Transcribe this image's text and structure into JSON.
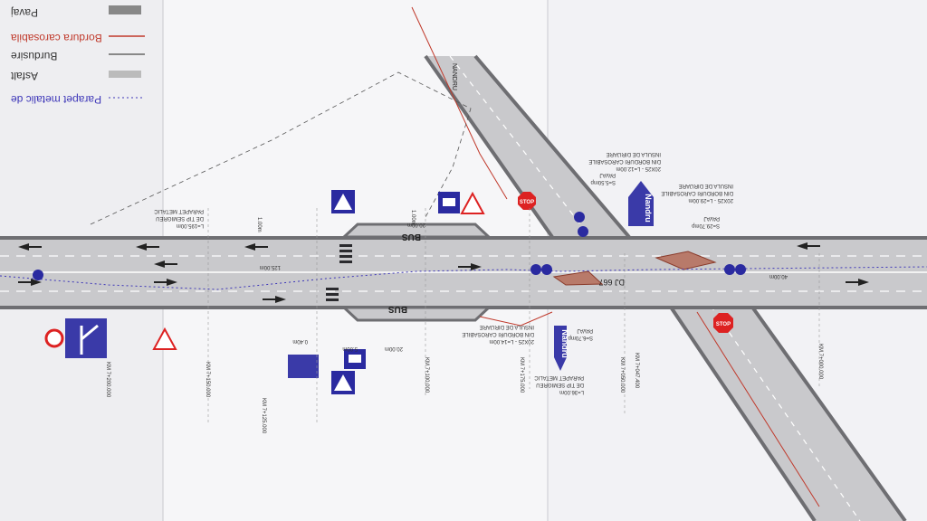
{
  "legend": {
    "items": [
      {
        "label": "Pavaj"
      },
      {
        "label": "Bordura carosabila"
      },
      {
        "label": "Burdusire"
      },
      {
        "label": "Asfalt"
      },
      {
        "label": "Parapet metalic de"
      }
    ]
  },
  "signs": {
    "nandru_top": "Nandru",
    "nandru_bottom": "Nandru",
    "stop": "STOP"
  },
  "road": {
    "dj_label": "DJ 667",
    "bus_top": "BUS",
    "bus_bottom": "BUS"
  },
  "annotations": {
    "parapet_left": [
      "PARAPET METALIC",
      "DE TIP SEMIGREU",
      "L=195.00m"
    ],
    "parapet_bottom": [
      "PARAPET METALIC",
      "DE TIP SEMIGREU",
      "L=36.00m"
    ],
    "insula_top_right": [
      "INSULA DE DIRIJARE",
      "DIN BORDURI CAROSABILE",
      "20X25 - L=29.00m"
    ],
    "insula_mid": [
      "INSULA DE DIRIJARE",
      "DIN BORDURI CAROSABILE",
      "20X25 - L=12.00m"
    ],
    "insula_bottom": [
      "INSULA DE DIRIJARE",
      "DIN BORDURI CAROSABILE",
      "20X25 - L=14.00m"
    ],
    "pavaj_top": [
      "PAVAJ",
      "S=5.50mp"
    ],
    "pavaj_right": [
      "PAVAJ",
      "S=29.70mp"
    ],
    "pavaj_bottom": [
      "PAVAJ",
      "S=6.70mp"
    ],
    "road_name": "NANDRU",
    "dims": [
      "125.00m",
      "20.00m",
      "20.00m",
      "1.00m",
      "1.00m",
      "5.00m",
      "0.40m",
      "40.00m"
    ],
    "km": [
      "KM 7+100.000",
      "KM 7+125.000",
      "KM 7+150.000",
      "KM 7+175.000",
      "KM 7+200.000",
      "KM 7+047.400",
      "KM 7+050.000",
      "KM 7+000.000"
    ]
  },
  "colors": {
    "sheet": "#f7f7f9",
    "asphalt": "#c9c9cc",
    "curb": "#6e6e72",
    "curb_red": "#c0392b",
    "parapet": "#3d36b8",
    "sign_blue": "#3a3aa8"
  }
}
